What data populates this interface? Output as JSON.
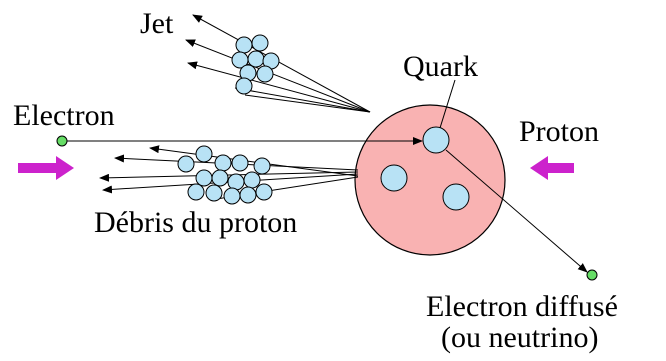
{
  "labels": {
    "jet": "Jet",
    "quark": "Quark",
    "electron": "Electron",
    "proton": "Proton",
    "debris": "Débris du proton",
    "scattered_line1": "Electron diffusé",
    "scattered_line2": "(ou neutrino)"
  },
  "colors": {
    "proton_fill": "#f9b2b2",
    "blob_fill": "#b8e2f5",
    "electron_fill": "#66dd66",
    "arrow_magenta": "#cc22cc",
    "stroke": "#000000"
  },
  "icons": {
    "beam_arrow": "magenta-right-arrow",
    "beam_arrow_reverse": "magenta-left-arrow"
  }
}
